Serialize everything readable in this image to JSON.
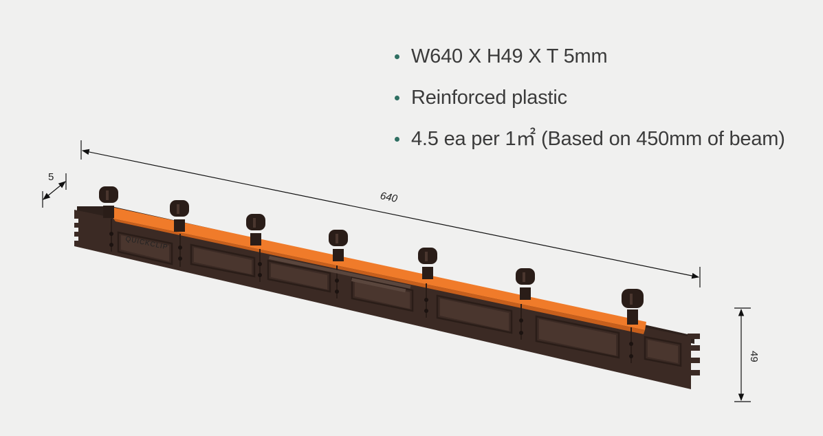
{
  "specs": [
    {
      "text": "W640 X H49 X T 5mm"
    },
    {
      "text": "Reinforced plastic"
    },
    {
      "text": "4.5 ea per 1㎡ (Based on 450mm of beam)"
    }
  ],
  "dimensions": {
    "length": "640",
    "thickness": "5",
    "height": "49"
  },
  "product": {
    "brand_label": "QUICKCLIP"
  },
  "colors": {
    "background": "#f0f0ef",
    "body": "#3b2a24",
    "strip": "#f07b2a",
    "bullet": "#2f6f62",
    "text": "#3b3b3b"
  }
}
